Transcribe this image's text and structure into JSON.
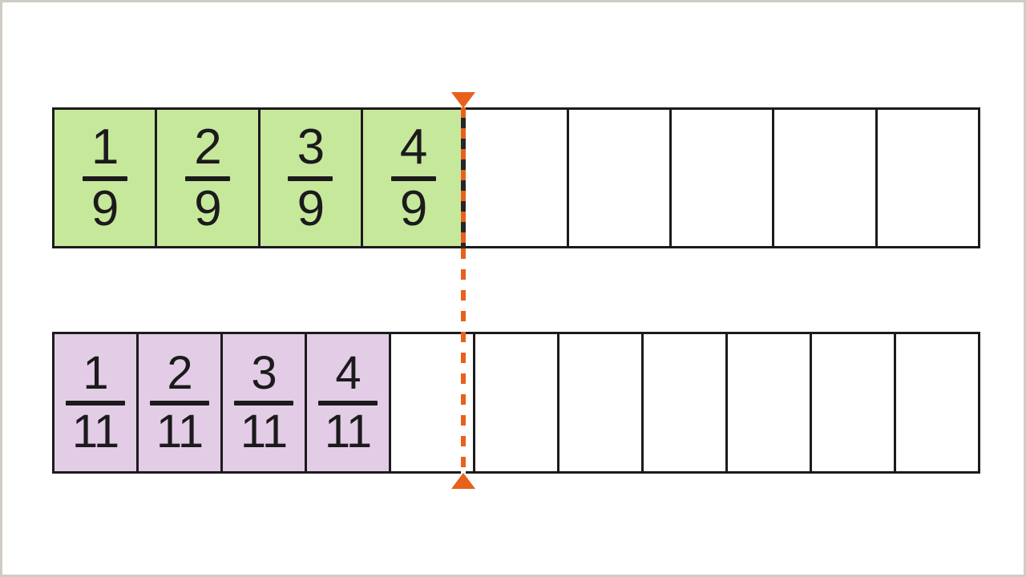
{
  "page": {
    "background_color": "#ffffff",
    "border_color": "#d0ccc5"
  },
  "colors": {
    "green_fill": "#c6e89b",
    "purple_fill": "#e3cce6",
    "stroke": "#1c1a1c",
    "marker_orange": "#e8601c"
  },
  "bars": [
    {
      "name": "ninths-bar",
      "denominator": 9,
      "total_cells": 9,
      "shaded_cells": 4,
      "fill_color": "#c6e89b",
      "cells": [
        {
          "numerator": "1",
          "denominator": "9",
          "shaded": true
        },
        {
          "numerator": "2",
          "denominator": "9",
          "shaded": true
        },
        {
          "numerator": "3",
          "denominator": "9",
          "shaded": true
        },
        {
          "numerator": "4",
          "denominator": "9",
          "shaded": true
        },
        {
          "numerator": "",
          "denominator": "",
          "shaded": false
        },
        {
          "numerator": "",
          "denominator": "",
          "shaded": false
        },
        {
          "numerator": "",
          "denominator": "",
          "shaded": false
        },
        {
          "numerator": "",
          "denominator": "",
          "shaded": false
        },
        {
          "numerator": "",
          "denominator": "",
          "shaded": false
        }
      ]
    },
    {
      "name": "elevenths-bar",
      "denominator": 11,
      "total_cells": 11,
      "shaded_cells": 4,
      "fill_color": "#e3cce6",
      "cells": [
        {
          "numerator": "1",
          "denominator": "11",
          "shaded": true
        },
        {
          "numerator": "2",
          "denominator": "11",
          "shaded": true
        },
        {
          "numerator": "3",
          "denominator": "11",
          "shaded": true
        },
        {
          "numerator": "4",
          "denominator": "11",
          "shaded": true
        },
        {
          "numerator": "",
          "denominator": "",
          "shaded": false
        },
        {
          "numerator": "",
          "denominator": "",
          "shaded": false
        },
        {
          "numerator": "",
          "denominator": "",
          "shaded": false
        },
        {
          "numerator": "",
          "denominator": "",
          "shaded": false
        },
        {
          "numerator": "",
          "denominator": "",
          "shaded": false
        },
        {
          "numerator": "",
          "denominator": "",
          "shaded": false
        },
        {
          "numerator": "",
          "denominator": "",
          "shaded": false
        }
      ]
    }
  ],
  "comparison_line": {
    "name": "comparison-dashed-line",
    "color": "#e8601c",
    "style": "dashed",
    "top_marker": "triangle-down",
    "bottom_marker": "triangle-up",
    "aligned_to": "4/9"
  }
}
